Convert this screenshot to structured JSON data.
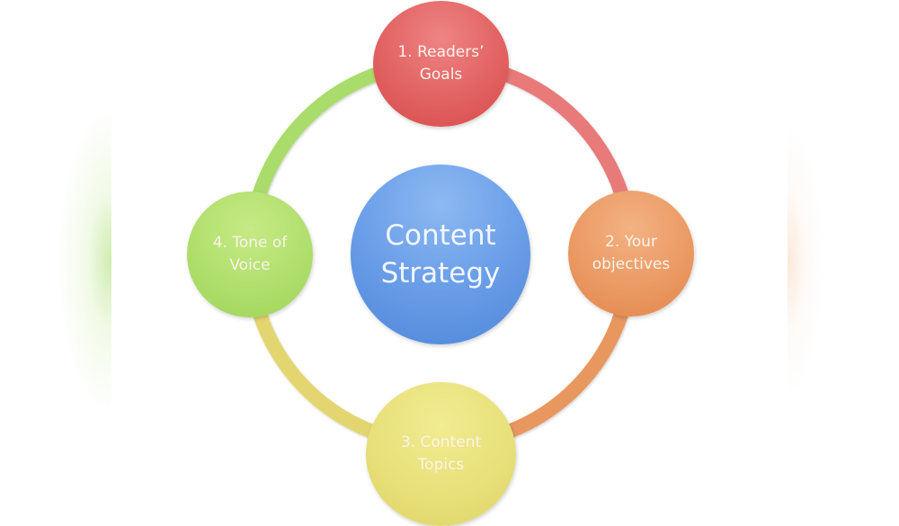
{
  "diagram": {
    "type": "cycle",
    "center": {
      "label": "Content\nStrategy",
      "color": "#6a9ee8"
    },
    "nodes": [
      {
        "label": "1. Readers’\nGoals",
        "color": "#e26262"
      },
      {
        "label": "2. Your\nobjectives",
        "color": "#eb9a64"
      },
      {
        "label": "3. Content\nTopics",
        "color": "#e8e07a"
      },
      {
        "label": "4. Tone of\nVoice",
        "color": "#b0df6c"
      }
    ],
    "connectors": [
      {
        "from": "1. Readers’ Goals",
        "to": "2. Your objectives",
        "color": "#e97a7a"
      },
      {
        "from": "2. Your objectives",
        "to": "3. Content Topics",
        "color": "#e8975e"
      },
      {
        "from": "3. Content Topics",
        "to": "4. Tone of Voice",
        "color": "#e3d670"
      },
      {
        "from": "4. Tone of Voice",
        "to": "1. Readers’ Goals",
        "color": "#a9dc6b"
      }
    ]
  }
}
